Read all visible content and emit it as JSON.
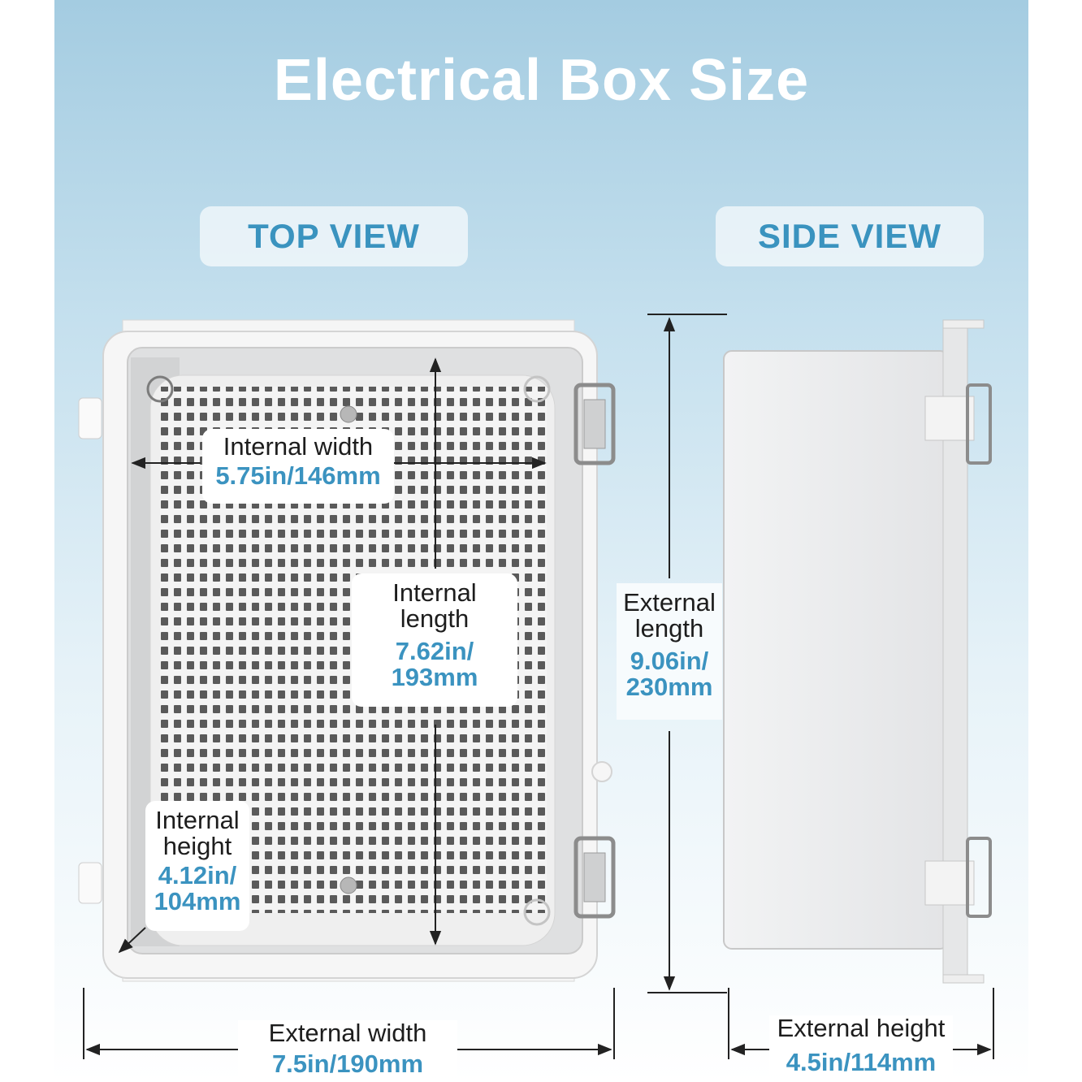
{
  "title": "Electrical Box Size",
  "views": {
    "top_view_label": "TOP VIEW",
    "side_view_label": "SIDE VIEW"
  },
  "dimensions": {
    "internal_width": {
      "label": "Internal width",
      "value": "5.75in/146mm"
    },
    "internal_length": {
      "label_line1": "Internal",
      "label_line2": "length",
      "value_line1": "7.62in/",
      "value_line2": "193mm"
    },
    "internal_height": {
      "label_line1": "Internal",
      "label_line2": "height",
      "value_line1": "4.12in/",
      "value_line2": "104mm"
    },
    "external_length": {
      "label_line1": "External",
      "label_line2": "length",
      "value_line1": "9.06in/",
      "value_line2": "230mm"
    },
    "external_width": {
      "label": "External width",
      "value": "7.5in/190mm"
    },
    "external_height": {
      "label": "External height",
      "value": "4.5in/114mm"
    }
  },
  "colors": {
    "accent": "#3b93c0",
    "text": "#1d1d1d",
    "box": "#f3f4f5"
  }
}
